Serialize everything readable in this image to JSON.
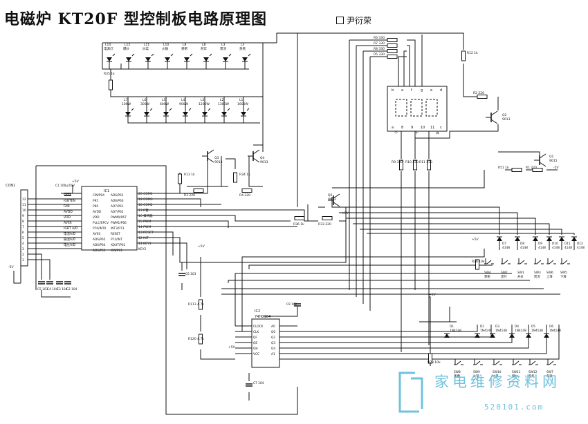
{
  "title": "电磁炉 KT20F 型控制板电路原理图",
  "author": "尹衍荣",
  "watermark": {
    "text": "家电维修资料网",
    "url": "520101.com",
    "color": "#6fc1dd"
  },
  "leds_top": [
    {
      "ref": "L14",
      "func": "电源灯"
    },
    {
      "ref": "L12",
      "func": "爆炒"
    },
    {
      "ref": "L11",
      "func": "炒菜"
    },
    {
      "ref": "L10",
      "func": "火锅"
    },
    {
      "ref": "L8",
      "func": "煮粥"
    },
    {
      "ref": "L8",
      "func": "煎炸"
    },
    {
      "ref": "L3",
      "func": "煲汤"
    },
    {
      "ref": "L3",
      "func": "蒸煮"
    }
  ],
  "leds_power": [
    {
      "ref": "L7",
      "func": "100W"
    },
    {
      "ref": "L6",
      "func": "300W"
    },
    {
      "ref": "L5",
      "func": "600W"
    },
    {
      "ref": "L4",
      "func": "900W"
    },
    {
      "ref": "L3",
      "func": "1200W"
    },
    {
      "ref": "L2",
      "func": "1300W"
    },
    {
      "ref": "L1",
      "func": "1600W"
    }
  ],
  "resistors": [
    {
      "ref": "R35",
      "value": "1k"
    },
    {
      "ref": "R6",
      "value": "330"
    },
    {
      "ref": "R7",
      "value": "330"
    },
    {
      "ref": "R8",
      "value": "330"
    },
    {
      "ref": "R5",
      "value": "330"
    },
    {
      "ref": "R12",
      "value": "1k"
    },
    {
      "ref": "R2",
      "value": "220"
    },
    {
      "ref": "R9",
      "value": "330"
    },
    {
      "ref": "R10",
      "value": "330"
    },
    {
      "ref": "R11",
      "value": "330"
    },
    {
      "ref": "R51",
      "value": "1k"
    },
    {
      "ref": "R1",
      "value": "220"
    },
    {
      "ref": "R13",
      "value": "1k"
    },
    {
      "ref": "R3",
      "value": "220"
    },
    {
      "ref": "R34",
      "value": "1k"
    },
    {
      "ref": "R4",
      "value": "220"
    },
    {
      "ref": "R36",
      "value": "1k"
    },
    {
      "ref": "R33",
      "value": "220"
    },
    {
      "ref": "R26",
      "value": "10k"
    },
    {
      "ref": "R113",
      "value": "4.7k"
    },
    {
      "ref": "R120",
      "value": "4.7k"
    },
    {
      "ref": "R28",
      "value": "10k"
    }
  ],
  "transistors": [
    {
      "ref": "Q2",
      "type": "9013"
    },
    {
      "ref": "Q1",
      "type": "9015"
    },
    {
      "ref": "Q3",
      "type": "9013"
    },
    {
      "ref": "Q4",
      "type": "9013"
    },
    {
      "ref": "Q5",
      "type": "9013"
    }
  ],
  "ic1": {
    "ref": "IC1",
    "left_pins": [
      {
        "num": "",
        "name": "SKTA"
      },
      {
        "num": "",
        "name": "IGBTEN"
      },
      {
        "num": "",
        "name": "FAN"
      },
      {
        "num": "",
        "name": "AVDD"
      },
      {
        "num": "",
        "name": "VDD"
      },
      {
        "num": "",
        "name": "AVSS"
      },
      {
        "num": "",
        "name": "IGBT A/D"
      },
      {
        "num": "",
        "name": "电流A/D"
      },
      {
        "num": "",
        "name": "锅温A/D"
      },
      {
        "num": "",
        "name": "电压A/D"
      }
    ],
    "right_pins": [
      {
        "num": "20",
        "name": "COM1"
      },
      {
        "num": "19",
        "name": "COM3"
      },
      {
        "num": "18",
        "name": "COM2"
      },
      {
        "num": "17",
        "name": "R管"
      },
      {
        "num": "16",
        "name": "蜂鸣器"
      },
      {
        "num": "15",
        "name": "PWM"
      },
      {
        "num": "14",
        "name": "PWM"
      },
      {
        "num": "13",
        "name": "RESET"
      },
      {
        "num": "12",
        "name": "INT"
      },
      {
        "num": "11",
        "name": "KEY1"
      },
      {
        "num": "",
        "name": "KEY2"
      }
    ],
    "mid_pins": [
      "CIN/P94",
      "P95",
      "P96",
      "AVDD",
      "VDD",
      "PLLC/EPCV",
      "P70/INT0",
      "AVSS",
      "ADS/P65",
      "ADS/P64",
      "ADS/P63",
      "ADS/P62",
      "AD6/P60",
      "AD7/P61",
      "AD7/P62",
      "PWM0/P67",
      "PWM1/P66",
      "INT3/P73",
      "RESET",
      "P72/INT",
      "XOUT/P61",
      "XIN/P61"
    ]
  },
  "ic2": {
    "ref": "IC2",
    "model": "74HC164",
    "left_pins": [
      "CLOCK",
      "CLK",
      "QF",
      "QE",
      "QH",
      "VCC"
    ],
    "right_pins": [
      "A0",
      "Q0",
      "Q2",
      "Q3",
      "Q4",
      "A1"
    ]
  },
  "connector": {
    "ref": "CON1",
    "pins": [
      "12",
      "11",
      "10",
      "9",
      "8",
      "7",
      "6",
      "5",
      "4",
      "3",
      "2",
      "1"
    ]
  },
  "capacitors": [
    {
      "ref": "C1",
      "value": "100μ/16V"
    },
    {
      "ref": "C6",
      "value": "103"
    },
    {
      "ref": "C9",
      "value": "102"
    },
    {
      "ref": "C7",
      "value": "104"
    },
    {
      "ref": "C5",
      "value": "103"
    },
    {
      "ref": "C4",
      "value": "104"
    },
    {
      "ref": "C3",
      "value": "104"
    },
    {
      "ref": "C2",
      "value": "104"
    }
  ],
  "diodes_upper": [
    {
      "ref": "D7",
      "value": "4148"
    },
    {
      "ref": "D8",
      "value": "4148"
    },
    {
      "ref": "D9",
      "value": "4148"
    },
    {
      "ref": "D10",
      "value": "4148"
    },
    {
      "ref": "D11",
      "value": "4148"
    },
    {
      "ref": "D12",
      "value": "4148"
    }
  ],
  "switches_upper": [
    {
      "ref": "SW4",
      "func": "煮粥"
    },
    {
      "ref": "SW2",
      "func": "定时"
    },
    {
      "ref": "SW1",
      "func": "开关"
    },
    {
      "ref": "SW3",
      "func": "煲汤"
    },
    {
      "ref": "SW6",
      "func": "上滑"
    },
    {
      "ref": "SW5",
      "func": "下滑"
    }
  ],
  "diodes_lower": [
    {
      "ref": "D1",
      "value": "1N4148"
    },
    {
      "ref": "D2",
      "value": "1N4148"
    },
    {
      "ref": "D3",
      "value": "1N4148"
    },
    {
      "ref": "D4",
      "value": "1N4148"
    },
    {
      "ref": "D5",
      "value": "1N4148"
    },
    {
      "ref": "D6",
      "value": "1N4148"
    }
  ],
  "switches_lower": [
    {
      "ref": "SW8",
      "func": "蒸煮"
    },
    {
      "ref": "SW9",
      "func": "火锅"
    },
    {
      "ref": "SW10",
      "func": "炒菜"
    },
    {
      "ref": "SW11",
      "func": "爆炒"
    },
    {
      "ref": "SW12",
      "func": "煎炸"
    },
    {
      "ref": "SW7",
      "func": "保温"
    }
  ],
  "display": {
    "seg_top": [
      "b",
      "a",
      "f",
      "g",
      "e",
      "d"
    ],
    "seg_bottom": [
      "a",
      "8",
      "9",
      "10",
      "11",
      "c"
    ],
    "digit_labels": [
      "个",
      "十",
      "百"
    ]
  },
  "supply": {
    "vplus": "+5V",
    "vminus": "-5V"
  }
}
